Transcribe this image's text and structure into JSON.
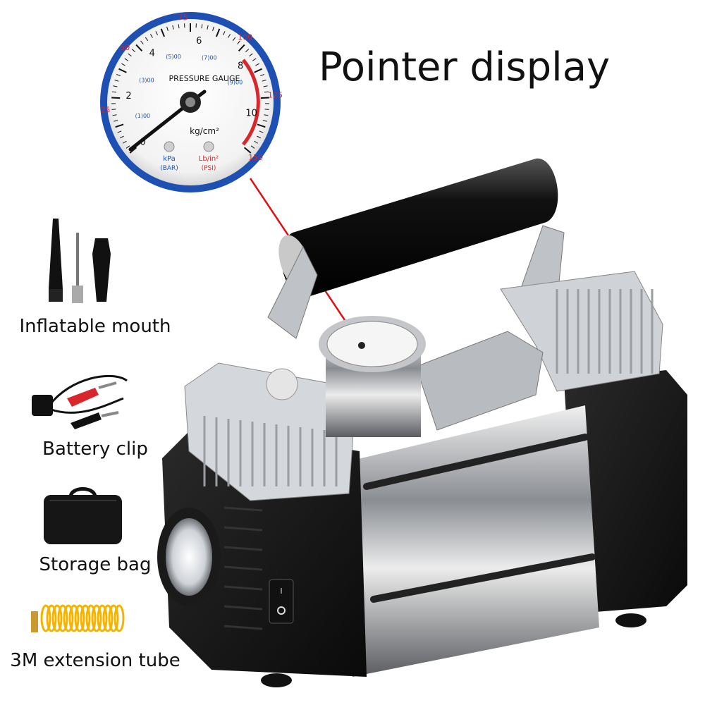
{
  "headline": "Pointer display",
  "accessories": [
    {
      "label": "Inflatable mouth",
      "icon": "nozzle-set-icon"
    },
    {
      "label": "Battery clip",
      "icon": "battery-clip-icon"
    },
    {
      "label": "Storage bag",
      "icon": "storage-bag-icon"
    },
    {
      "label": "3M extension tube",
      "icon": "coiled-hose-icon"
    }
  ],
  "gauge": {
    "title": "PRESSURE GAUGE",
    "unit": "kg/cm²",
    "kg_scale": [
      "0",
      "2",
      "4",
      "6",
      "8",
      "10"
    ],
    "psi_scale": [
      "25",
      "50",
      "75",
      "100",
      "125",
      "150"
    ],
    "kpa_scale": [
      "(1)00",
      "(3)00",
      "(5)00",
      "(7)00",
      "(9)00"
    ],
    "kpa_label": "kPa",
    "bar_label": "(BAR)",
    "lb_label": "Lb/in²",
    "psi_label": "(PSI)"
  },
  "colors": {
    "gauge_ring": "#1e4fb3",
    "pointer_line": "#e01010",
    "red_zone": "#d8262b",
    "body": "#151515",
    "chrome": "#b9bcc0"
  }
}
